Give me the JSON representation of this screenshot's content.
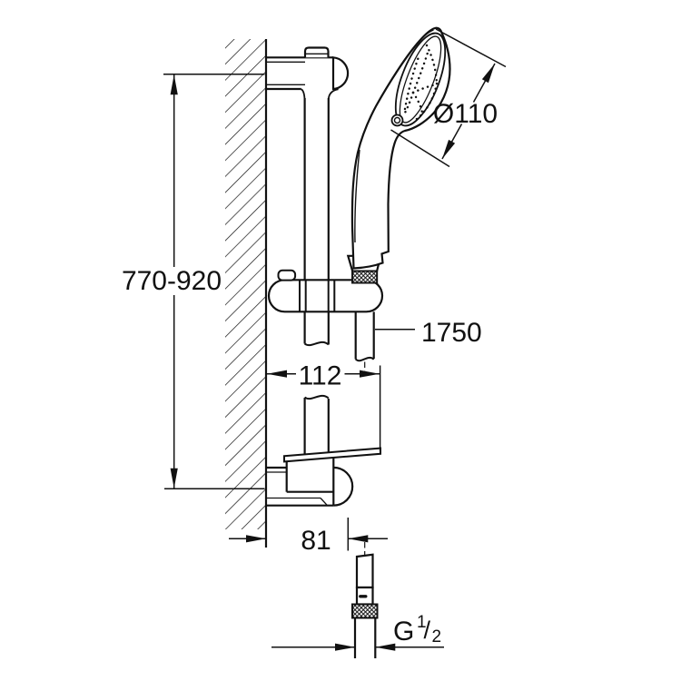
{
  "drawing": {
    "background": "#ffffff",
    "line_color": "#111111",
    "labels": {
      "height_range": "770-920",
      "head_diameter": "Ø110",
      "hose_length": "1750",
      "wall_to_hose": "112",
      "wall_to_outlet": "81",
      "thread": {
        "g": "G",
        "numerator": "1",
        "slash": "/",
        "denominator": "2"
      }
    }
  }
}
